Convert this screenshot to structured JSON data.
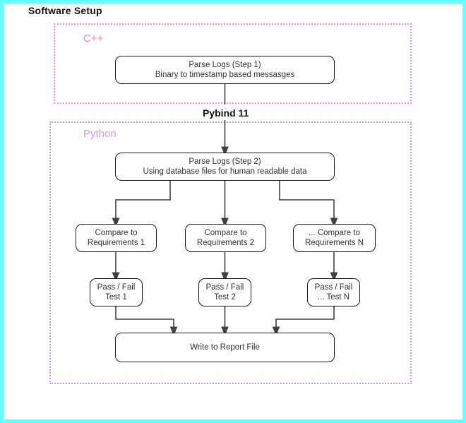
{
  "page": {
    "title": "Software Setup",
    "frame_color": "#66ffff",
    "background": "#ffffff"
  },
  "groups": [
    {
      "id": "cpp",
      "label": "C++",
      "color": "#ff7fc0",
      "border_style": "dotted"
    },
    {
      "id": "python",
      "label": "Python",
      "color": "#c79bf5",
      "border_style": "dotted"
    }
  ],
  "bridge": {
    "label": "Pybind 11"
  },
  "nodes": {
    "parse1": {
      "line1": "Parse Logs (Step 1)",
      "line2": "Binary to timestamp based messasges"
    },
    "parse2": {
      "line1": "Parse Logs (Step 2)",
      "line2": "Using database files for human readable data"
    },
    "compare1": {
      "line1": "Compare to",
      "line2": "Requirements 1"
    },
    "compare2": {
      "line1": "Compare to",
      "line2": "Requirements 2"
    },
    "compareN": {
      "line1": "... Compare to",
      "line2": "Requirements N"
    },
    "passfail1": {
      "line1": "Pass / Fail",
      "line2": "Test 1"
    },
    "passfail2": {
      "line1": "Pass / Fail",
      "line2": "Test 2"
    },
    "passfailN": {
      "line1": "Pass / Fail",
      "line2": "... Test N"
    },
    "report": {
      "line1": "Write to Report File"
    }
  },
  "edges": [
    {
      "from": "parse1",
      "to": "parse2",
      "label": "Pybind 11"
    },
    {
      "from": "parse2",
      "to": "compare1",
      "label": ""
    },
    {
      "from": "parse2",
      "to": "compare2",
      "label": ""
    },
    {
      "from": "parse2",
      "to": "compareN",
      "label": ""
    },
    {
      "from": "compare1",
      "to": "passfail1",
      "label": ""
    },
    {
      "from": "compare2",
      "to": "passfail2",
      "label": ""
    },
    {
      "from": "compareN",
      "to": "passfailN",
      "label": ""
    },
    {
      "from": "passfail1",
      "to": "report",
      "label": ""
    },
    {
      "from": "passfail2",
      "to": "report",
      "label": ""
    },
    {
      "from": "passfailN",
      "to": "report",
      "label": ""
    }
  ],
  "style": {
    "edge_color": "#404040",
    "node_border_color": "#1a1a1a",
    "node_text_color": "#333333",
    "title_color": "#111111"
  }
}
